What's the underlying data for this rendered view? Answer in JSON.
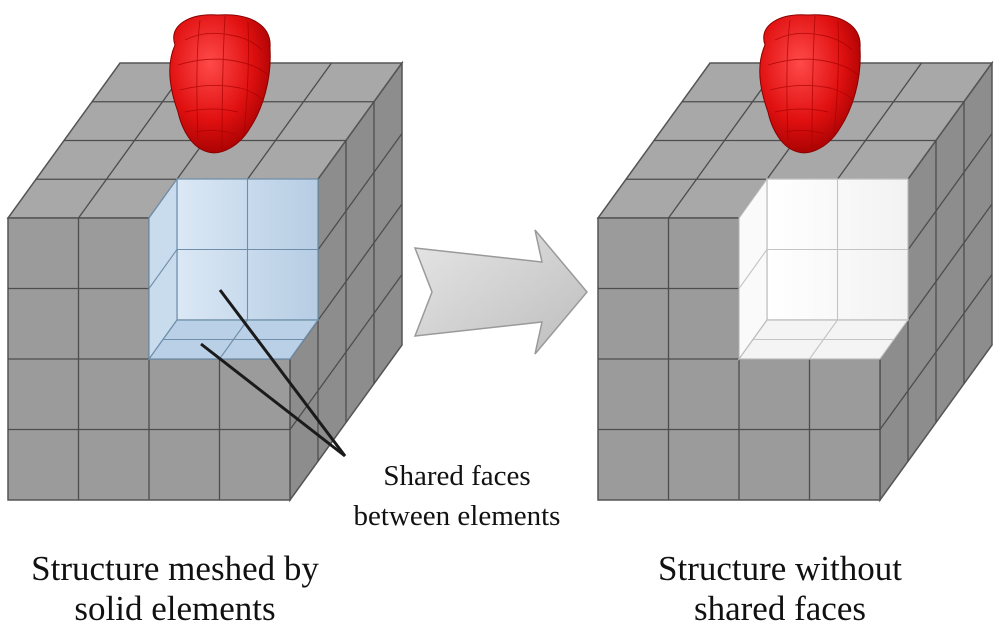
{
  "annotation": {
    "line1": "Shared faces",
    "line2": "between elements"
  },
  "captions": {
    "left": {
      "line1": "Structure meshed by",
      "line2": "solid elements"
    },
    "right": {
      "line1": "Structure without",
      "line2": "shared faces"
    }
  },
  "colors": {
    "cube_face": "#9a9a9a",
    "cube_top": "#a9a9a9",
    "cube_side": "#8e8e8e",
    "grid_line": "#4a4a4a",
    "cavity_blue": "#c4d9ec",
    "cavity_white": "#ffffff",
    "impactor_red": "#e01010",
    "arrow_fill": "#d2d2d2"
  }
}
